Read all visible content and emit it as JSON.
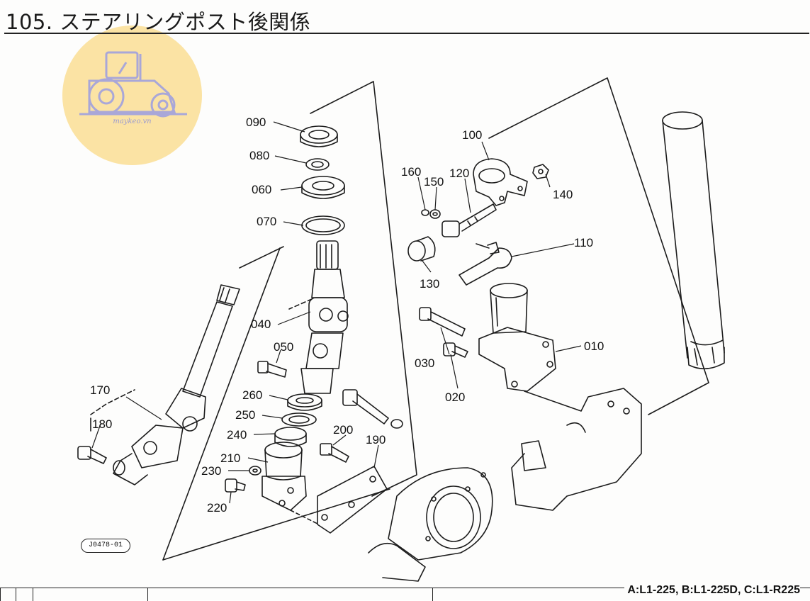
{
  "title": "105. ステアリングポスト後関係",
  "watermark": {
    "text": "maykeo.vn",
    "icon": "tractor-icon",
    "color": "#fbe3a4"
  },
  "drawing_code": "J0478-01",
  "model_note": "A:L1-225, B:L1-225D, C:L1-R225",
  "parts": {
    "p010": "010",
    "p020": "020",
    "p030": "030",
    "p040": "040",
    "p050": "050",
    "p060": "060",
    "p070": "070",
    "p080": "080",
    "p090": "090",
    "p100": "100",
    "p110": "110",
    "p120": "120",
    "p130": "130",
    "p140": "140",
    "p150": "150",
    "p160": "160",
    "p170": "170",
    "p180": "180",
    "p190": "190",
    "p200": "200",
    "p210": "210",
    "p220": "220",
    "p230": "230",
    "p240": "240",
    "p250": "250",
    "p260": "260"
  }
}
